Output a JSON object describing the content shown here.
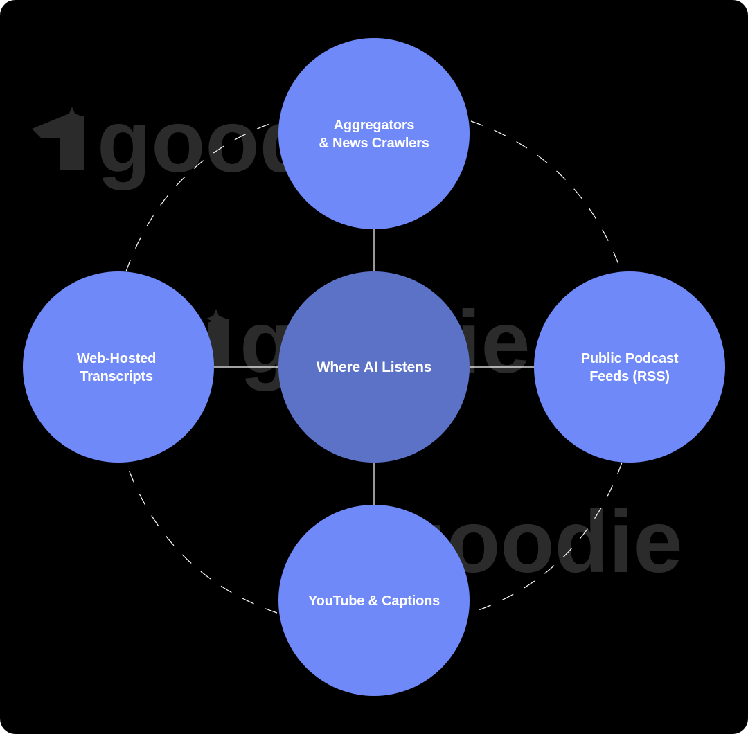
{
  "diagram": {
    "center": {
      "label": "Where AI Listens"
    },
    "nodes": [
      {
        "id": "top",
        "lines": [
          "Aggregators",
          "& News Crawlers"
        ]
      },
      {
        "id": "left",
        "lines": [
          "Web-Hosted",
          "Transcripts"
        ]
      },
      {
        "id": "right",
        "lines": [
          "Public Podcast",
          "Feeds (RSS)"
        ]
      },
      {
        "id": "bottom",
        "lines": [
          "YouTube & Captions"
        ]
      }
    ],
    "watermark": {
      "logo_text": "goodie",
      "logo_name": "goodie-logo"
    },
    "colors": {
      "background": "#000000",
      "node_fill": "#7089f8",
      "center_fill": "#5c72c6",
      "connector": "#ffffff",
      "watermark": "#2b2b2b"
    }
  }
}
